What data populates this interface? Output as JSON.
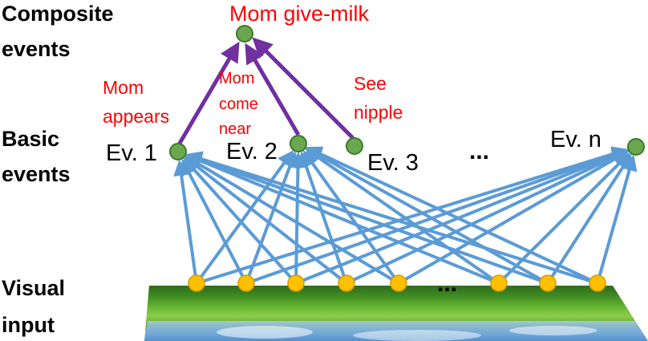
{
  "levels": {
    "composite": [
      "Composite",
      "events"
    ],
    "basic": [
      "Basic",
      "events"
    ],
    "visual": [
      "Visual",
      "input"
    ]
  },
  "composite_event": {
    "label": "Mom give-milk"
  },
  "edge_labels": {
    "mom_appears": [
      "Mom",
      "appears"
    ],
    "mom_come_near": [
      "Mom",
      "come",
      "near"
    ],
    "see_nipple": [
      "See",
      "nipple"
    ]
  },
  "basic_events": [
    {
      "label": "Ev. 1"
    },
    {
      "label": "Ev. 2"
    },
    {
      "label": "Ev. 3"
    },
    {
      "label": "..."
    },
    {
      "label": "Ev. n"
    }
  ],
  "visual_ellipsis": "...",
  "colors": {
    "node_green": "#6aa84f",
    "node_green_stroke": "#3d7a27",
    "input_node": "#ffc000",
    "input_node_stroke": "#d49b00",
    "blue_edge": "#5b9bd5",
    "purple_edge": "#7030a0",
    "red_text": "#ff0000"
  },
  "icons": {
    "green_node": "green-circle",
    "input_node": "yellow-circle",
    "ground_image": "grass-and-sky-strip"
  }
}
